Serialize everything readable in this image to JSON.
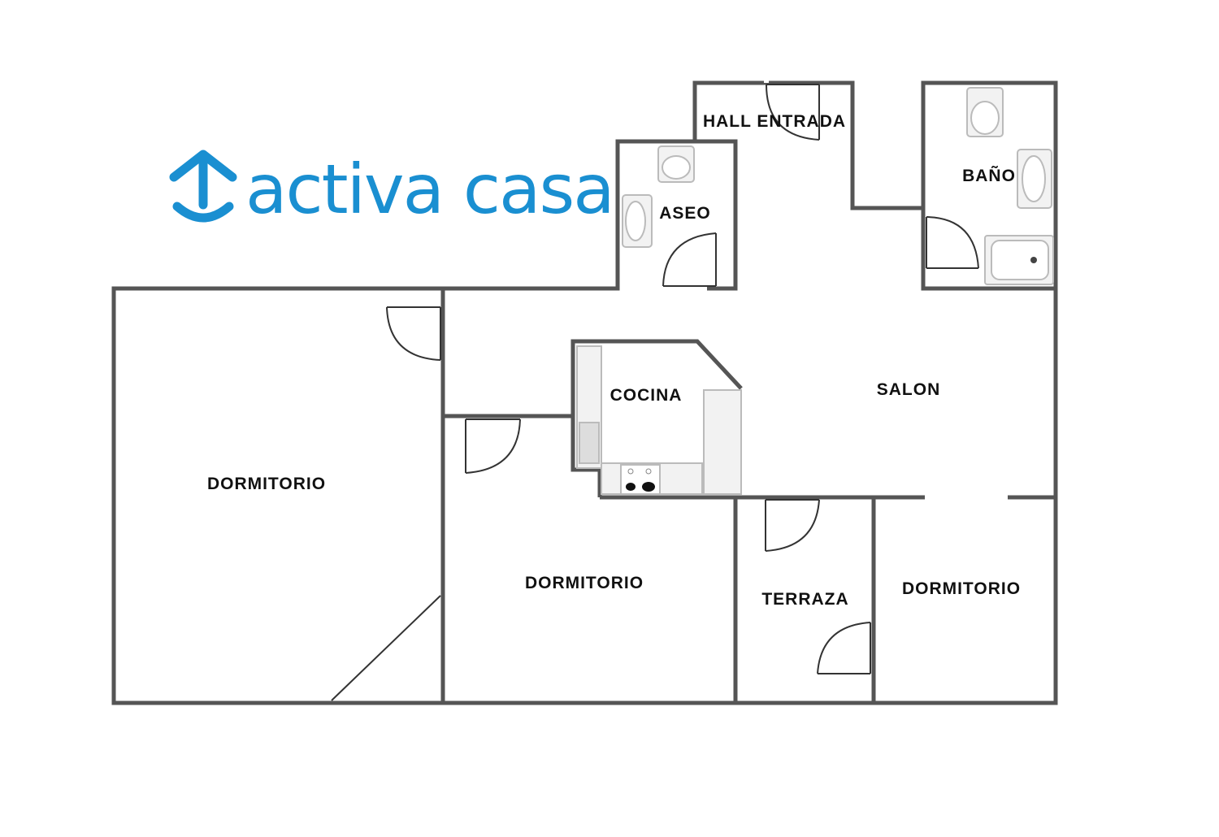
{
  "brand": {
    "name": "activa casa",
    "color": "#1a8fd1"
  },
  "colors": {
    "wall": "#555555",
    "wall_fill": "#9a9a9a",
    "fixture": "#cccccc",
    "label": "#111111"
  },
  "rooms": {
    "hall": "HALL ENTRADA",
    "aseo": "ASEO",
    "bano": "BAÑO",
    "cocina": "COCINA",
    "salon": "SALON",
    "dormitorio_1": "DORMITORIO",
    "dormitorio_2": "DORMITORIO",
    "terraza": "TERRAZA",
    "dormitorio_3": "DORMITORIO"
  }
}
